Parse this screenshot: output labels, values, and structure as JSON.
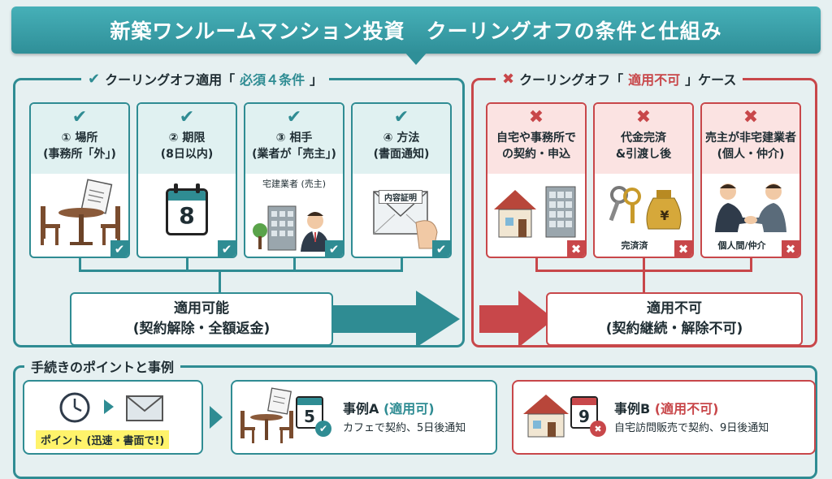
{
  "title": "新築ワンルームマンション投資　クーリングオフの条件と仕組み",
  "left_section": {
    "heading_prefix": "クーリングオフ適用「",
    "heading_highlight": "必須４条件",
    "heading_suffix": "」",
    "cards": [
      {
        "title_line1": "① 場所",
        "title_line2": "(事務所「外」)"
      },
      {
        "title_line1": "② 期限",
        "title_line2": "(8日以内)",
        "calendar_number": "8"
      },
      {
        "title_line1": "③ 相手",
        "title_line2": "(業者が「売主」)",
        "sub_label": "宅建業者 (売主)"
      },
      {
        "title_line1": "④ 方法",
        "title_line2": "(書面通知)",
        "envelope_label": "内容証明"
      }
    ],
    "result_line1": "適用可能",
    "result_line2": "(契約解除・全額返金)"
  },
  "right_section": {
    "heading_prefix": "クーリングオフ「",
    "heading_highlight": "適用不可",
    "heading_suffix": "」ケース",
    "cards": [
      {
        "title_line1": "自宅や事務所で",
        "title_line2": "の契約・申込"
      },
      {
        "title_line1": "代金完済",
        "title_line2": "&引渡し後",
        "sub_label": "完済済"
      },
      {
        "title_line1": "売主が非宅建業者",
        "title_line2": "(個人・仲介)",
        "sub_label": "個人間/仲介"
      }
    ],
    "result_line1": "適用不可",
    "result_line2": "(契約継続・解除不可)"
  },
  "bottom_section": {
    "heading": "手続きのポイントと事例",
    "point_label": "ポイント (迅速・書面で!)",
    "case_a": {
      "title_prefix": "事例A",
      "title_highlight": "(適用可)",
      "description": "カフェで契約、5日後通知",
      "calendar_number": "5"
    },
    "case_b": {
      "title_prefix": "事例B",
      "title_highlight": "(適用不可)",
      "description": "自宅訪問販売で契約、9日後通知",
      "calendar_number": "9"
    }
  },
  "colors": {
    "teal": "#2f8c93",
    "red": "#c8474a",
    "highlight_yellow": "#fff36b"
  }
}
